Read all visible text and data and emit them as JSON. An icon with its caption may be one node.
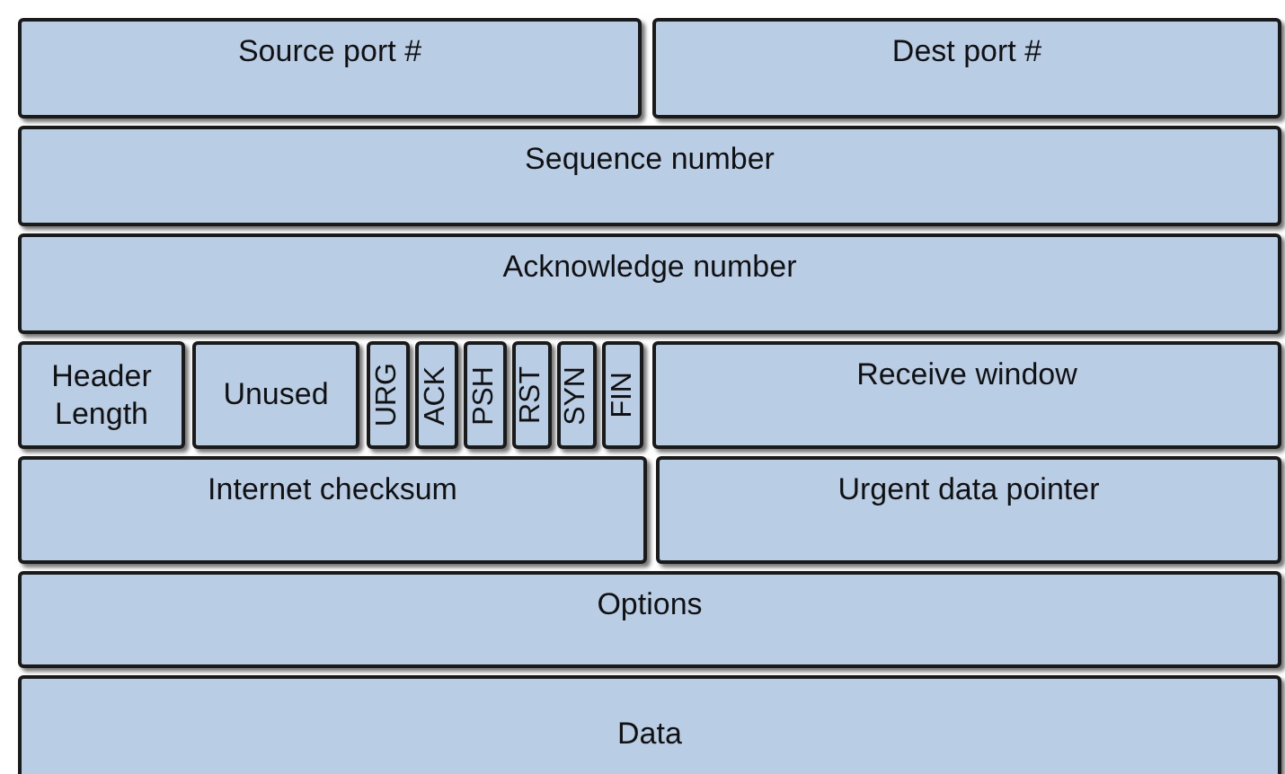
{
  "diagram": {
    "nodes": [
      {
        "text": [
          "Source port #"
        ]
      },
      {
        "text": [
          "Dest port #"
        ]
      },
      {
        "text": [
          "Sequence number"
        ]
      },
      {
        "text": [
          "Acknowledge number"
        ]
      },
      {
        "text": [
          "Header Length"
        ]
      },
      {
        "text": [
          "Unused"
        ]
      },
      {
        "text": [
          "URG"
        ]
      },
      {
        "text": [
          "ACK"
        ]
      },
      {
        "text": [
          "PSH"
        ]
      },
      {
        "text": [
          "RST"
        ]
      },
      {
        "text": [
          "SYN"
        ]
      },
      {
        "text": [
          "FIN"
        ]
      },
      {
        "text": [
          "Receive window"
        ]
      },
      {
        "text": [
          "Internet checksum"
        ]
      },
      {
        "text": [
          "Urgent data pointer"
        ]
      },
      {
        "text": [
          "Options"
        ]
      },
      {
        "text": [
          "Data"
        ]
      }
    ]
  }
}
